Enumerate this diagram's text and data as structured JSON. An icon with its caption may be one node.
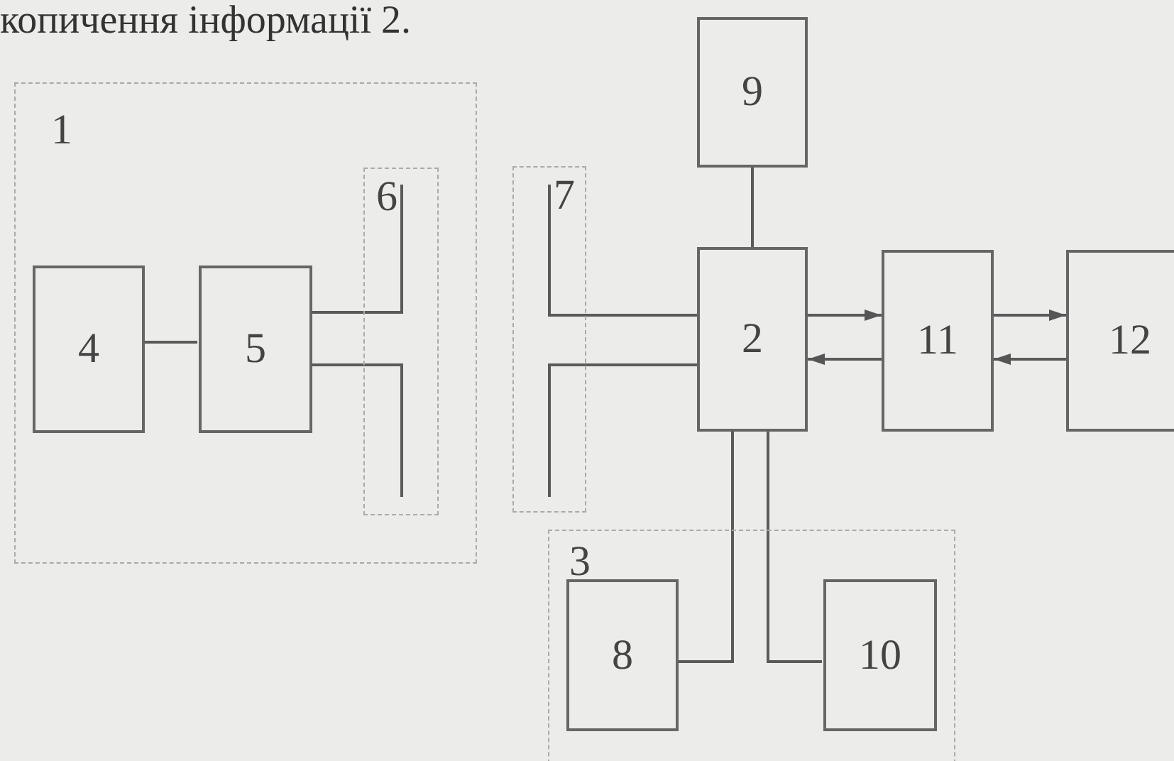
{
  "diagram": {
    "nodes": [
      {
        "text": [
          "1"
        ]
      },
      {
        "text": [
          "6"
        ],
        "in": 0
      },
      {
        "text": [
          "4"
        ],
        "in": 0
      },
      {
        "text": [
          "5"
        ],
        "in": 0
      },
      {
        "text": [
          "7"
        ]
      },
      {
        "text": [
          "9"
        ]
      },
      {
        "text": [
          "2"
        ]
      },
      {
        "text": [
          "11"
        ]
      },
      {
        "text": [
          "12"
        ]
      },
      {
        "text": [
          "3"
        ]
      },
      {
        "text": [
          "8"
        ],
        "in": 9
      },
      {
        "text": [
          "10"
        ],
        "in": 9
      }
    ],
    "edges": [
      {
        "from": 2,
        "to": 3,
        "arrow": "none"
      },
      {
        "from": 3,
        "to": 1,
        "arrow": "none"
      },
      {
        "from": 3,
        "to": 1,
        "arrow": "none"
      },
      {
        "from": 6,
        "to": 4,
        "arrow": "none"
      },
      {
        "from": 6,
        "to": 4,
        "arrow": "none"
      },
      {
        "from": 5,
        "to": 6,
        "arrow": "none"
      },
      {
        "from": 6,
        "to": 7,
        "arrow": "to"
      },
      {
        "from": 7,
        "to": 6,
        "arrow": "to"
      },
      {
        "from": 7,
        "to": 8,
        "arrow": "to"
      },
      {
        "from": 8,
        "to": 7,
        "arrow": "to"
      },
      {
        "from": 6,
        "to": 10,
        "arrow": "none"
      },
      {
        "from": 6,
        "to": 11,
        "arrow": "none"
      }
    ],
    "labels": [
      "копичення інформації 2."
    ]
  }
}
